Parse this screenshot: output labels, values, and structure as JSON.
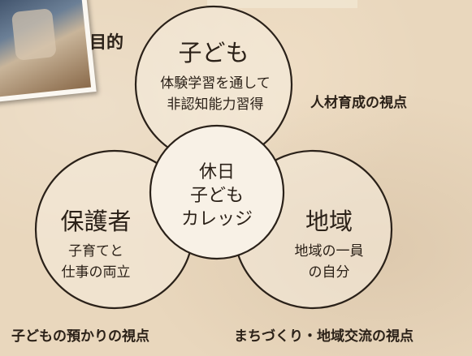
{
  "purpose_label": "目的",
  "circles": {
    "kids": {
      "title": "子ども",
      "lines": [
        "体験学習を通して",
        "非認知能力習得"
      ]
    },
    "guardians": {
      "title": "保護者",
      "lines": [
        "子育てと",
        "仕事の両立"
      ]
    },
    "region": {
      "title": "地域",
      "lines": [
        "地域の一員",
        "の自分"
      ]
    },
    "center": {
      "lines": [
        "休日",
        "子ども",
        "カレッジ"
      ]
    }
  },
  "viewpoints": {
    "talent": "人材育成の視点",
    "childcare": "子どもの預かりの視点",
    "community": "まちづくり・地域交流の視点"
  }
}
